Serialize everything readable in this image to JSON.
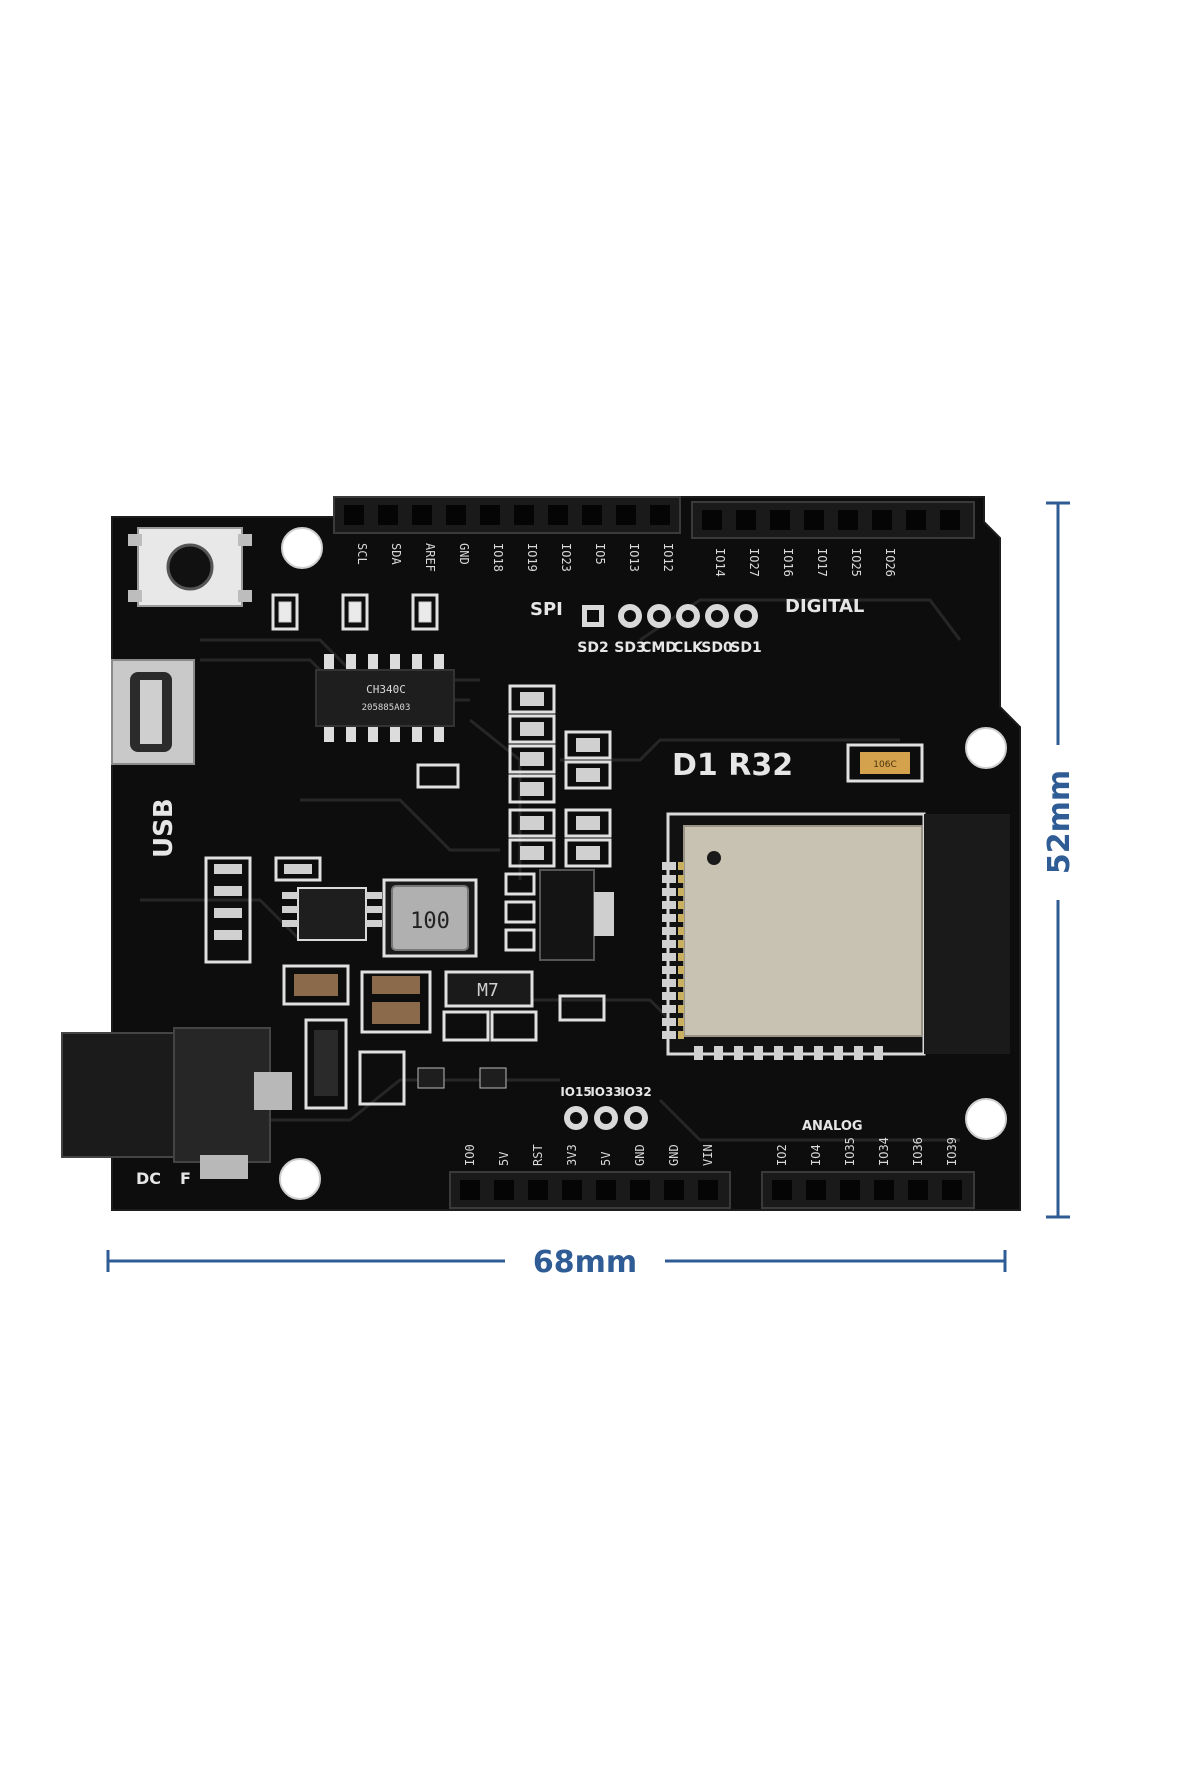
{
  "board": {
    "name": "D1 R32",
    "usb_label": "USB",
    "dc_label": "DC",
    "power_mark": "F",
    "spi_label": "SPI",
    "digital_label": "DIGITAL",
    "analog_label": "ANALOG",
    "ic_label": "CH340C",
    "ic_sublabel": "205885A03",
    "inductor_label": "100",
    "diode_label": "M7",
    "tantalum_label": "106C",
    "spi_pins": [
      "SD2",
      "SD3",
      "CMD",
      "CLK",
      "SD0",
      "SD1"
    ],
    "io_pins": [
      "IO15",
      "IO33",
      "IO32"
    ],
    "header_top_left": [
      "SCL",
      "SDA",
      "AREF",
      "GND",
      "IO18",
      "IO19",
      "IO23",
      "IO5",
      "IO13",
      "IO12"
    ],
    "header_top_right": [
      "IO14",
      "IO27",
      "IO16",
      "IO17",
      "IO25",
      "IO26"
    ],
    "header_bottom_left": [
      "IO0",
      "5V",
      "RST",
      "3V3",
      "5V",
      "GND",
      "GND",
      "VIN"
    ],
    "header_bottom_right": [
      "IO2",
      "IO4",
      "IO35",
      "IO34",
      "IO36",
      "IO39"
    ]
  },
  "dimensions": {
    "width_label": "68mm",
    "height_label": "52mm",
    "line_color": "#2f5c94"
  }
}
